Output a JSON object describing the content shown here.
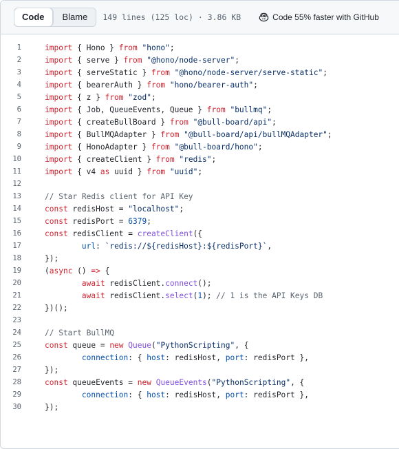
{
  "toolbar": {
    "code_tab": "Code",
    "blame_tab": "Blame",
    "file_meta": "149 lines (125 loc) · 3.86 KB",
    "promo_label": "Code 55% faster with GitHub",
    "promo_icon": "copilot-icon"
  },
  "colors": {
    "keyword": "#cf222e",
    "string": "#0a3069",
    "comment": "#59636e",
    "function": "#8250df",
    "number": "#0550ae",
    "border": "#d0d7de"
  },
  "code_lines": [
    {
      "num": "1",
      "tokens": [
        [
          "kw",
          "import"
        ],
        [
          "txt",
          " { Hono } "
        ],
        [
          "kw",
          "from"
        ],
        [
          "txt",
          " "
        ],
        [
          "str",
          "\"hono\""
        ],
        [
          "txt",
          ";"
        ]
      ]
    },
    {
      "num": "2",
      "tokens": [
        [
          "kw",
          "import"
        ],
        [
          "txt",
          " { serve } "
        ],
        [
          "kw",
          "from"
        ],
        [
          "txt",
          " "
        ],
        [
          "str",
          "\"@hono/node-server\""
        ],
        [
          "txt",
          ";"
        ]
      ]
    },
    {
      "num": "3",
      "tokens": [
        [
          "kw",
          "import"
        ],
        [
          "txt",
          " { serveStatic } "
        ],
        [
          "kw",
          "from"
        ],
        [
          "txt",
          " "
        ],
        [
          "str",
          "\"@hono/node-server/serve-static\""
        ],
        [
          "txt",
          ";"
        ]
      ]
    },
    {
      "num": "4",
      "tokens": [
        [
          "kw",
          "import"
        ],
        [
          "txt",
          " { bearerAuth } "
        ],
        [
          "kw",
          "from"
        ],
        [
          "txt",
          " "
        ],
        [
          "str",
          "\"hono/bearer-auth\""
        ],
        [
          "txt",
          ";"
        ]
      ]
    },
    {
      "num": "5",
      "tokens": [
        [
          "kw",
          "import"
        ],
        [
          "txt",
          " { z } "
        ],
        [
          "kw",
          "from"
        ],
        [
          "txt",
          " "
        ],
        [
          "str",
          "\"zod\""
        ],
        [
          "txt",
          ";"
        ]
      ]
    },
    {
      "num": "6",
      "tokens": [
        [
          "kw",
          "import"
        ],
        [
          "txt",
          " { Job, QueueEvents, Queue } "
        ],
        [
          "kw",
          "from"
        ],
        [
          "txt",
          " "
        ],
        [
          "str",
          "\"bullmq\""
        ],
        [
          "txt",
          ";"
        ]
      ]
    },
    {
      "num": "7",
      "tokens": [
        [
          "kw",
          "import"
        ],
        [
          "txt",
          " { createBullBoard } "
        ],
        [
          "kw",
          "from"
        ],
        [
          "txt",
          " "
        ],
        [
          "str",
          "\"@bull-board/api\""
        ],
        [
          "txt",
          ";"
        ]
      ]
    },
    {
      "num": "8",
      "tokens": [
        [
          "kw",
          "import"
        ],
        [
          "txt",
          " { BullMQAdapter } "
        ],
        [
          "kw",
          "from"
        ],
        [
          "txt",
          " "
        ],
        [
          "str",
          "\"@bull-board/api/bullMQAdapter\""
        ],
        [
          "txt",
          ";"
        ]
      ]
    },
    {
      "num": "9",
      "tokens": [
        [
          "kw",
          "import"
        ],
        [
          "txt",
          " { HonoAdapter } "
        ],
        [
          "kw",
          "from"
        ],
        [
          "txt",
          " "
        ],
        [
          "str",
          "\"@bull-board/hono\""
        ],
        [
          "txt",
          ";"
        ]
      ]
    },
    {
      "num": "10",
      "tokens": [
        [
          "kw",
          "import"
        ],
        [
          "txt",
          " { createClient } "
        ],
        [
          "kw",
          "from"
        ],
        [
          "txt",
          " "
        ],
        [
          "str",
          "\"redis\""
        ],
        [
          "txt",
          ";"
        ]
      ]
    },
    {
      "num": "11",
      "tokens": [
        [
          "kw",
          "import"
        ],
        [
          "txt",
          " { v4 "
        ],
        [
          "kw",
          "as"
        ],
        [
          "txt",
          " uuid } "
        ],
        [
          "kw",
          "from"
        ],
        [
          "txt",
          " "
        ],
        [
          "str",
          "\"uuid\""
        ],
        [
          "txt",
          ";"
        ]
      ]
    },
    {
      "num": "12",
      "tokens": []
    },
    {
      "num": "13",
      "tokens": [
        [
          "cm",
          "// Star Redis client for API Key"
        ]
      ]
    },
    {
      "num": "14",
      "tokens": [
        [
          "kw",
          "const"
        ],
        [
          "txt",
          " redisHost = "
        ],
        [
          "str",
          "\"localhost\""
        ],
        [
          "txt",
          ";"
        ]
      ]
    },
    {
      "num": "15",
      "tokens": [
        [
          "kw",
          "const"
        ],
        [
          "txt",
          " redisPort = "
        ],
        [
          "num",
          "6379"
        ],
        [
          "txt",
          ";"
        ]
      ]
    },
    {
      "num": "16",
      "tokens": [
        [
          "kw",
          "const"
        ],
        [
          "txt",
          " redisClient = "
        ],
        [
          "fn",
          "createClient"
        ],
        [
          "txt",
          "({"
        ]
      ]
    },
    {
      "num": "17",
      "tokens": [
        [
          "txt",
          "        "
        ],
        [
          "prop",
          "url"
        ],
        [
          "txt",
          ": "
        ],
        [
          "str",
          "`redis://${redisHost}:${redisPort}`"
        ],
        [
          "txt",
          ","
        ]
      ]
    },
    {
      "num": "18",
      "tokens": [
        [
          "txt",
          "});"
        ]
      ]
    },
    {
      "num": "19",
      "tokens": [
        [
          "txt",
          "("
        ],
        [
          "kw",
          "async"
        ],
        [
          "txt",
          " () "
        ],
        [
          "kw",
          "=>"
        ],
        [
          "txt",
          " {"
        ]
      ]
    },
    {
      "num": "20",
      "tokens": [
        [
          "txt",
          "        "
        ],
        [
          "kw",
          "await"
        ],
        [
          "txt",
          " redisClient."
        ],
        [
          "fn",
          "connect"
        ],
        [
          "txt",
          "();"
        ]
      ]
    },
    {
      "num": "21",
      "tokens": [
        [
          "txt",
          "        "
        ],
        [
          "kw",
          "await"
        ],
        [
          "txt",
          " redisClient."
        ],
        [
          "fn",
          "select"
        ],
        [
          "txt",
          "("
        ],
        [
          "num",
          "1"
        ],
        [
          "txt",
          "); "
        ],
        [
          "cm",
          "// 1 is the API Keys DB"
        ]
      ]
    },
    {
      "num": "22",
      "tokens": [
        [
          "txt",
          "})();"
        ]
      ]
    },
    {
      "num": "23",
      "tokens": []
    },
    {
      "num": "24",
      "tokens": [
        [
          "cm",
          "// Start BullMQ"
        ]
      ]
    },
    {
      "num": "25",
      "tokens": [
        [
          "kw",
          "const"
        ],
        [
          "txt",
          " queue = "
        ],
        [
          "kw",
          "new"
        ],
        [
          "txt",
          " "
        ],
        [
          "fn",
          "Queue"
        ],
        [
          "txt",
          "("
        ],
        [
          "str",
          "\"PythonScripting\""
        ],
        [
          "txt",
          ", {"
        ]
      ]
    },
    {
      "num": "26",
      "tokens": [
        [
          "txt",
          "        "
        ],
        [
          "prop",
          "connection"
        ],
        [
          "txt",
          ": { "
        ],
        [
          "prop",
          "host"
        ],
        [
          "txt",
          ": redisHost, "
        ],
        [
          "prop",
          "port"
        ],
        [
          "txt",
          ": redisPort },"
        ]
      ]
    },
    {
      "num": "27",
      "tokens": [
        [
          "txt",
          "});"
        ]
      ]
    },
    {
      "num": "28",
      "tokens": [
        [
          "kw",
          "const"
        ],
        [
          "txt",
          " queueEvents = "
        ],
        [
          "kw",
          "new"
        ],
        [
          "txt",
          " "
        ],
        [
          "fn",
          "QueueEvents"
        ],
        [
          "txt",
          "("
        ],
        [
          "str",
          "\"PythonScripting\""
        ],
        [
          "txt",
          ", {"
        ]
      ]
    },
    {
      "num": "29",
      "tokens": [
        [
          "txt",
          "        "
        ],
        [
          "prop",
          "connection"
        ],
        [
          "txt",
          ": { "
        ],
        [
          "prop",
          "host"
        ],
        [
          "txt",
          ": redisHost, "
        ],
        [
          "prop",
          "port"
        ],
        [
          "txt",
          ": redisPort },"
        ]
      ]
    },
    {
      "num": "30",
      "tokens": [
        [
          "txt",
          "});"
        ]
      ]
    }
  ]
}
